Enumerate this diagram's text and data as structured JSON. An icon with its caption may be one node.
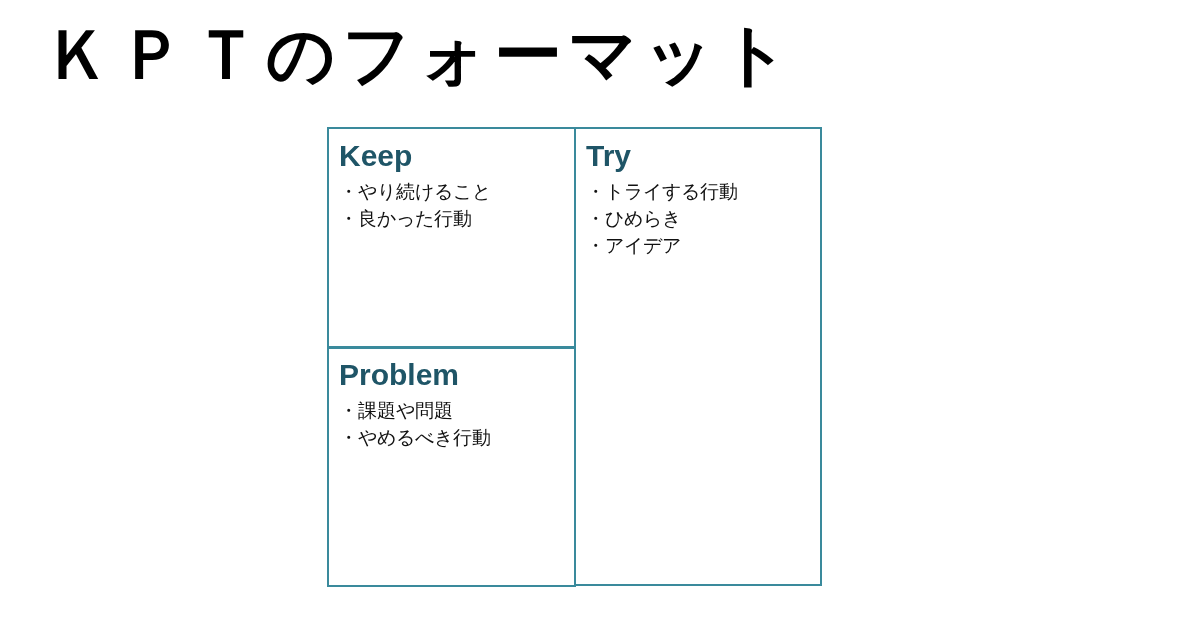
{
  "diagram": {
    "title": "ＫＰＴのフォーマット",
    "nodes": [
      {
        "text": [
          "Keep",
          "・やり続けること",
          "・良かった行動"
        ]
      },
      {
        "text": [
          "Problem",
          "・課題や問題",
          "・やめるべき行動"
        ]
      },
      {
        "text": [
          "Try",
          "・トライする行動",
          "・ひめらき",
          "・アイデア"
        ]
      }
    ]
  }
}
